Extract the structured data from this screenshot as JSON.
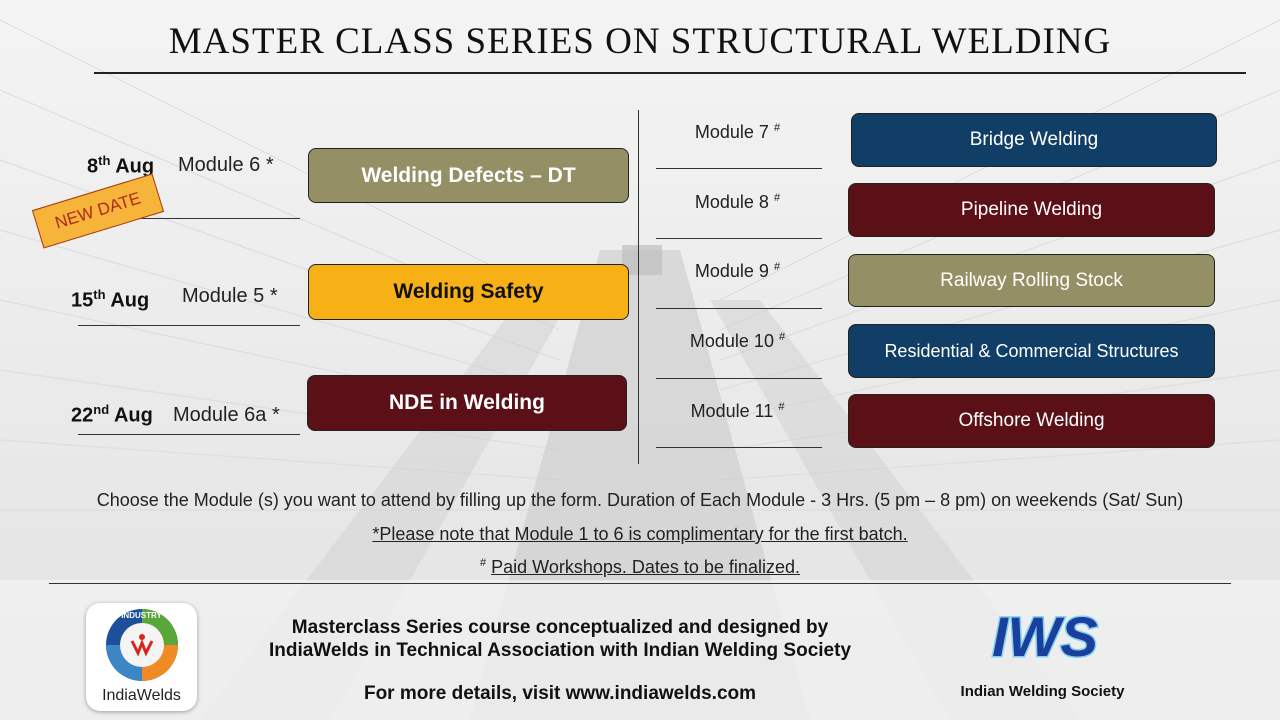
{
  "title": "MASTER CLASS SERIES ON STRUCTURAL WELDING",
  "badge": "NEW DATE",
  "left_sessions": [
    {
      "date_num": "8",
      "date_sup": "th",
      "date_month": "Aug",
      "module": "Module 6",
      "marker": "*",
      "topic": "Welding Defects – DT",
      "color": "#958f65"
    },
    {
      "date_num": "15",
      "date_sup": "th",
      "date_month": "Aug",
      "module": "Module 5",
      "marker": "*",
      "topic": "Welding Safety",
      "color": "#f7b016"
    },
    {
      "date_num": "22",
      "date_sup": "nd",
      "date_month": "Aug",
      "module": "Module 6a",
      "marker": "*",
      "topic": "NDE in Welding",
      "color": "#5b1018"
    }
  ],
  "right_sessions": [
    {
      "module": "Module 7",
      "marker": "#",
      "topic": "Bridge Welding",
      "color": "#103e66"
    },
    {
      "module": "Module 8",
      "marker": "#",
      "topic": "Pipeline Welding",
      "color": "#5b1018"
    },
    {
      "module": "Module 9",
      "marker": "#",
      "topic": "Railway Rolling Stock",
      "color": "#958f65"
    },
    {
      "module": "Module 10",
      "marker": "#",
      "topic": "Residential & Commercial Structures",
      "color": "#103e66"
    },
    {
      "module": "Module 11",
      "marker": "#",
      "topic": "Offshore Welding",
      "color": "#5b1018"
    }
  ],
  "notes": {
    "line1": "Choose the Module (s) you want to attend by filling up the form. Duration of Each Module - 3 Hrs. (5 pm – 8 pm) on weekends (Sat/ Sun)",
    "line2": "*Please note that Module 1 to 6 is complimentary for the first batch.",
    "line3_marker": "#",
    "line3": "Paid Workshops.  Dates to be finalized."
  },
  "footer": {
    "line1": "Masterclass Series course conceptualized and designed by",
    "line2": "IndiaWelds in Technical Association with Indian Welding Society",
    "line3": "For more details, visit www.indiawelds.com"
  },
  "logo_left": {
    "ring_text": "INDUSTRY",
    "name": "IndiaWelds"
  },
  "logo_right": {
    "mark": "IWS",
    "name": "Indian Welding Society"
  }
}
